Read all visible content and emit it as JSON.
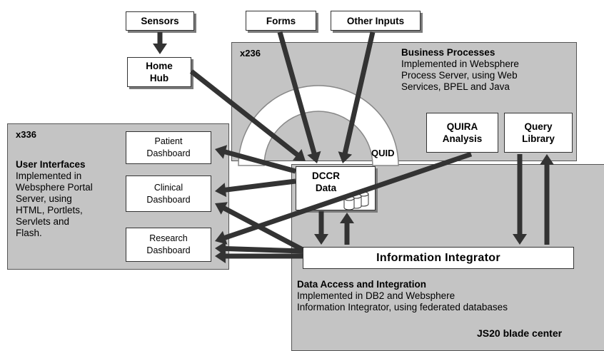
{
  "inputs": {
    "sensors": "Sensors",
    "forms": "Forms",
    "other_inputs": "Other Inputs",
    "home_hub": "Home\nHub"
  },
  "x236": {
    "label": "x236",
    "title": "Business Processes",
    "description": "Implemented in Websphere\nProcess Server, using Web\nServices, BPEL and Java",
    "quira": "QUIRA\nAnalysis",
    "query_library": "Query\nLibrary",
    "quid": "QUID"
  },
  "x336": {
    "label": "x336",
    "title": "User Interfaces",
    "description": "Implemented in\nWebsphere Portal\nServer, using\nHTML, Portlets,\nServlets and\nFlash.",
    "patient_dashboard": "Patient\nDashboard",
    "clinical_dashboard": "Clinical\nDashboard",
    "research_dashboard": "Research\nDashboard"
  },
  "dccr": "DCCR\nData",
  "integrator": "Information Integrator",
  "js20": {
    "title": "Data Access and Integration",
    "description": "Implemented in DB2 and Websphere\nInformation Integrator, using federated databases",
    "footer": "JS20 blade center"
  },
  "colors": {
    "panel": "#c4c4c4",
    "box": "#ffffff",
    "arrow": "#333333"
  }
}
